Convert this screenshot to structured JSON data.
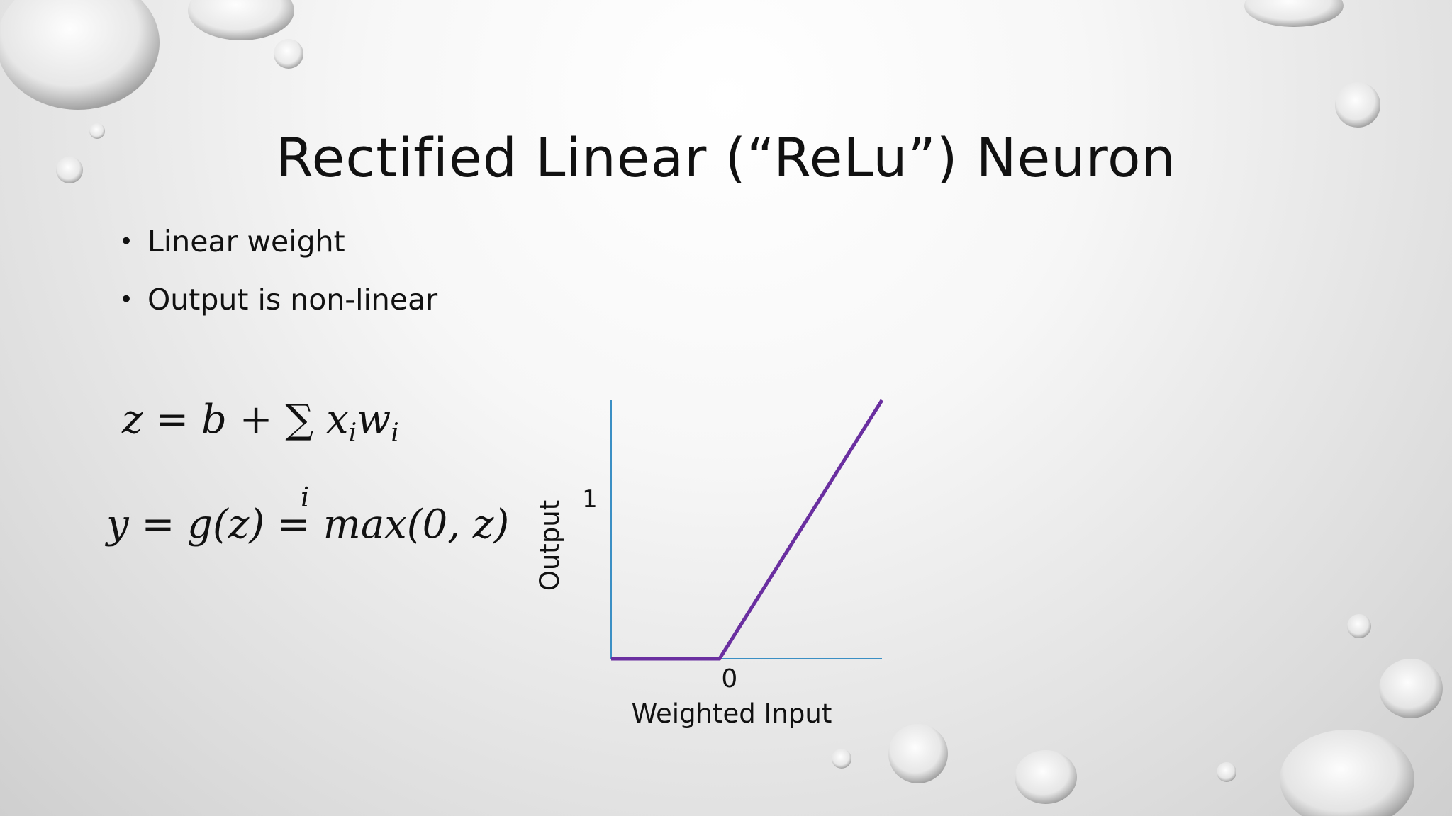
{
  "slide": {
    "title": "Rectified Linear (“ReLu”) Neuron",
    "bullets": [
      "Linear weight",
      "Output is non-linear"
    ],
    "equation1": "z = b + ∑ x",
    "equation1_sub1": "i",
    "equation1_w": "w",
    "equation1_sub2": "i",
    "equation1_sum_index": "i",
    "equation2": "y = g(z) = max(0, z)"
  },
  "chart_data": {
    "type": "line",
    "xlabel": "Weighted Input",
    "ylabel": "Output",
    "x_tick_labels": [
      "0"
    ],
    "y_tick_labels": [
      "1"
    ],
    "xlim": [
      -1,
      1.5
    ],
    "ylim": [
      0,
      1.6
    ],
    "series": [
      {
        "x": [
          -1,
          0,
          1.5
        ],
        "y": [
          0,
          0,
          1.6
        ],
        "color": "#6a2fa0"
      }
    ],
    "axis_color": "#3b8fc4",
    "grid": false
  }
}
